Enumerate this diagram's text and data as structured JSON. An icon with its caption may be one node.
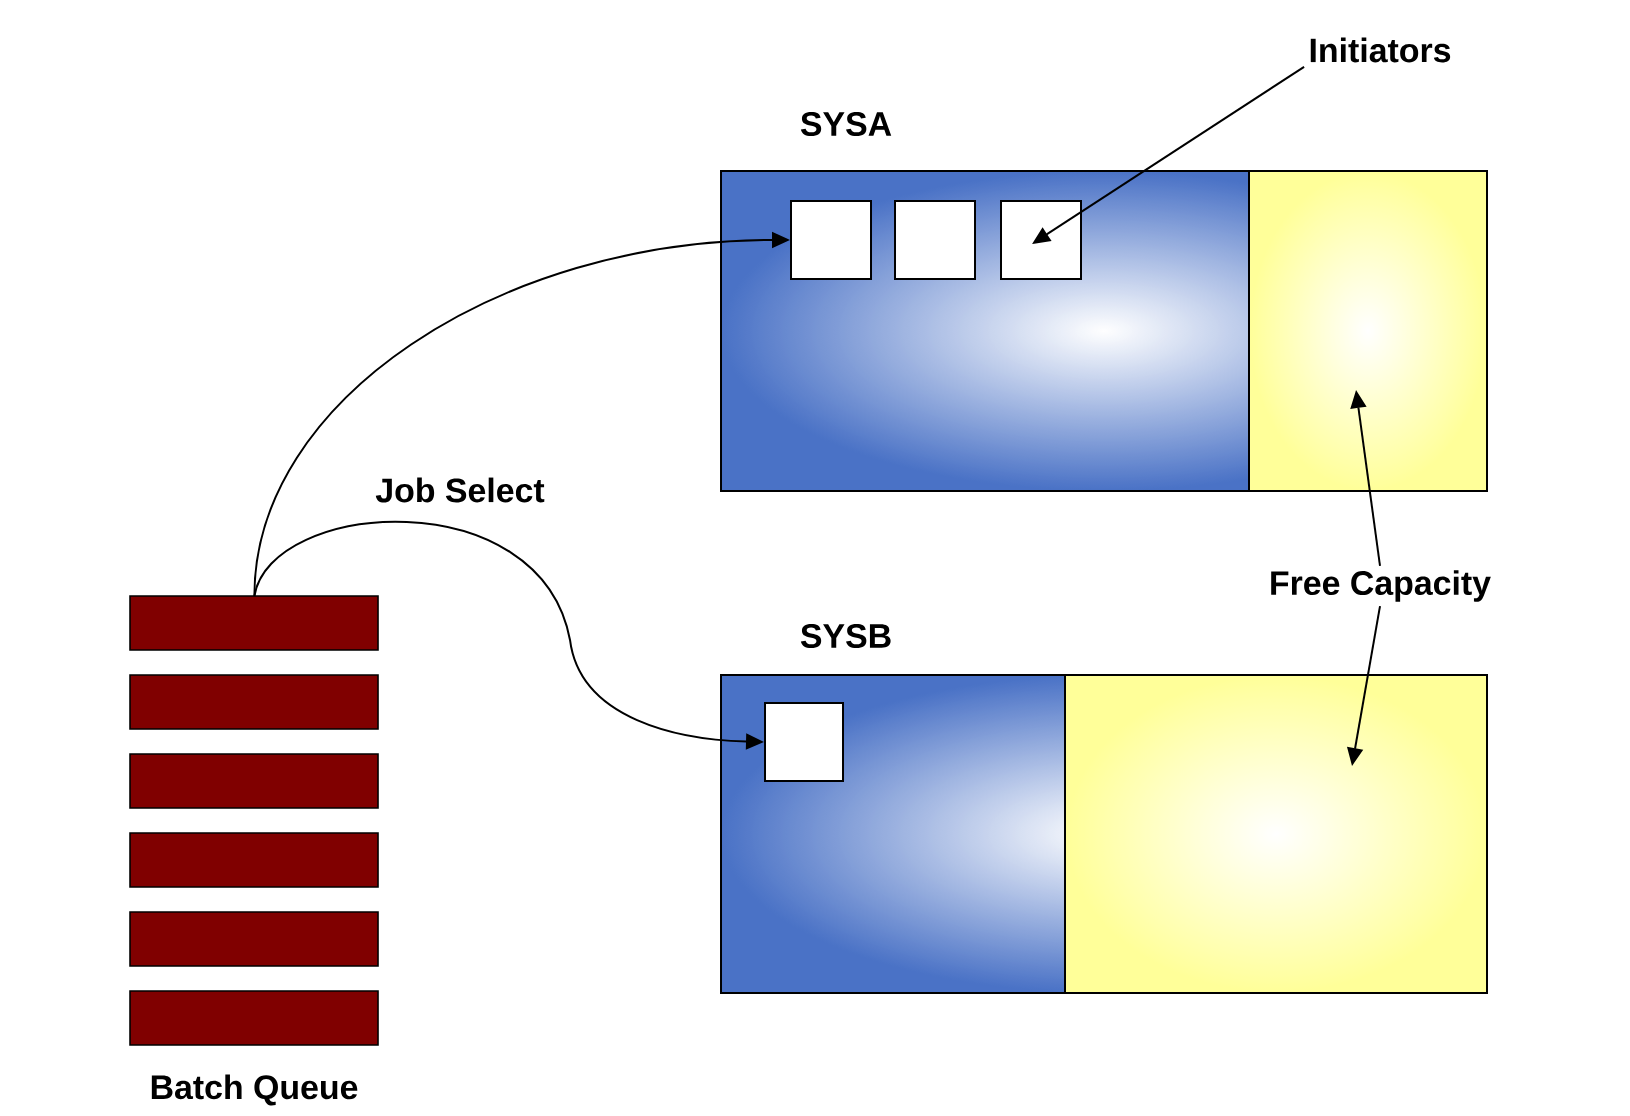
{
  "diagram": {
    "nodes": [
      {
        "text": [
          "SYSA"
        ]
      },
      {
        "text": [],
        "shape": "box",
        "in": 0
      },
      {
        "text": [],
        "shape": "box",
        "in": 0
      },
      {
        "text": [],
        "shape": "box",
        "in": 0
      },
      {
        "text": [],
        "shape": "box",
        "in": 0
      },
      {
        "text": [
          "SYSB"
        ]
      },
      {
        "text": [],
        "shape": "box",
        "in": 5
      },
      {
        "text": [],
        "shape": "box",
        "in": 5
      },
      {
        "text": [
          "Batch Queue"
        ]
      },
      {
        "text": [
          "Initiators"
        ]
      },
      {
        "text": [
          "Free Capacity"
        ]
      }
    ],
    "edges": [
      {
        "from": 8,
        "to": 1,
        "arrow": "to"
      },
      {
        "from": 8,
        "to": 6,
        "arrow": "to"
      },
      {
        "from": 9,
        "to": 3,
        "arrow": "to"
      },
      {
        "from": 10,
        "to": 4,
        "arrow": "to"
      },
      {
        "from": 10,
        "to": 7,
        "arrow": "to"
      }
    ],
    "labels": [
      "Job Select"
    ]
  }
}
